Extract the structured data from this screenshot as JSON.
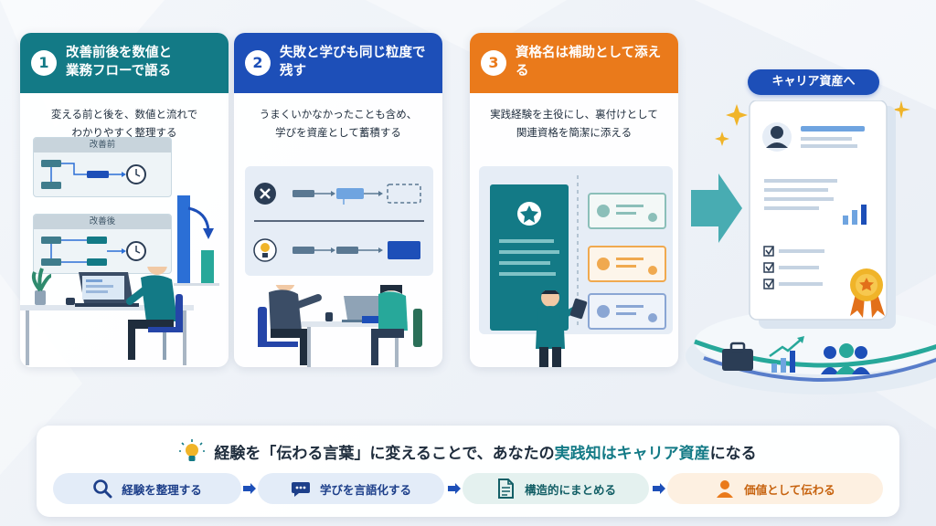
{
  "steps": [
    {
      "number": "1",
      "title": "改善前後を数値と\n業務フローで語る",
      "description": "変える前と後を、数値と流れで\nわかりやすく整理する",
      "tag_before": "改善前",
      "tag_after": "改善後"
    },
    {
      "number": "2",
      "title": "失敗と学びも同じ粒度で残す",
      "description": "うまくいかなかったことも含め、\n学びを資産として蓄積する"
    },
    {
      "number": "3",
      "title": "資格名は補助として添える",
      "description": "実践経験を主役にし、裏付けとして\n関連資格を簡潔に添える"
    }
  ],
  "career": {
    "label": "キャリア資産へ"
  },
  "banner": {
    "headline_pre": "経験を「伝わる言葉」に変えることで、あなたの",
    "headline_highlight": "実践知はキャリア資産",
    "headline_post": "になる",
    "pills": [
      {
        "label": "経験を整理する",
        "icon": "search-icon"
      },
      {
        "label": "学びを言語化する",
        "icon": "chat-bubble-icon"
      },
      {
        "label": "構造的にまとめる",
        "icon": "document-icon"
      },
      {
        "label": "価値として伝わる",
        "icon": "person-icon"
      }
    ]
  },
  "colors": {
    "teal": "#137a86",
    "blue": "#1d4fb8",
    "orange": "#ea7a1b",
    "gold": "#f0b429"
  }
}
